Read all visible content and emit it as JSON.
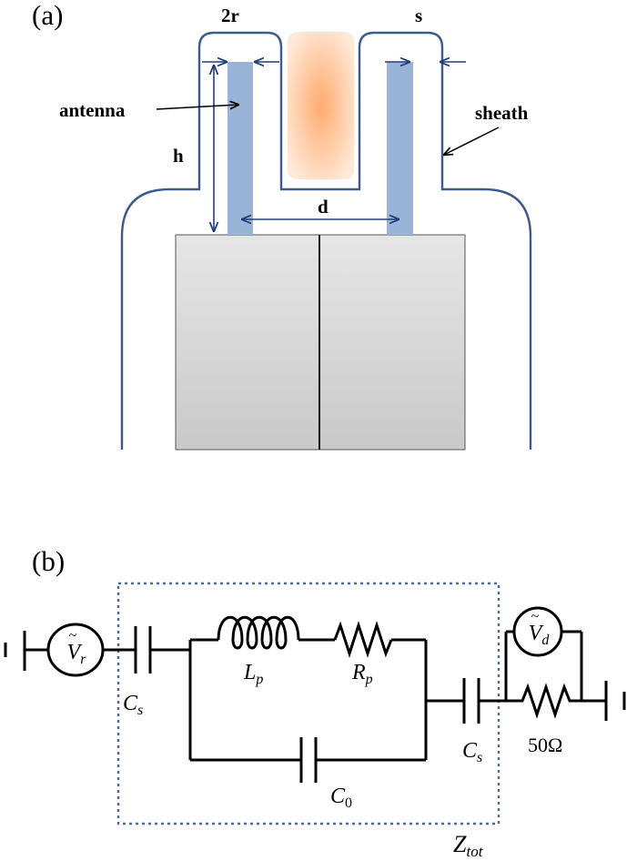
{
  "panel_a": {
    "label": "(a)",
    "labels": {
      "two_r": "2r",
      "s": "s",
      "antenna": "antenna",
      "sheath": "sheath",
      "h": "h",
      "d": "d"
    }
  },
  "panel_b": {
    "label": "(b)",
    "components": {
      "v_r_base": "V",
      "v_r_sub": "r",
      "v_d_base": "V",
      "v_d_sub": "d",
      "tilde": "~",
      "c_s_left_base": "C",
      "c_s_left_sub": "s",
      "c_s_right_base": "C",
      "c_s_right_sub": "s",
      "l_p_base": "L",
      "l_p_sub": "p",
      "r_p_base": "R",
      "r_p_sub": "p",
      "c_0_base": "C",
      "c_0_sub": "0",
      "resistor_50": "50Ω",
      "z_tot_base": "Z",
      "z_tot_sub": "tot"
    }
  },
  "colors": {
    "sheath": "#3d5a8a",
    "antenna": "#9ab4d8",
    "arrow": "#1f3f7a",
    "box_stroke": "#4a6a9a",
    "plasma_core": "#ffb27a",
    "plasma_edge": "#ffe6d2",
    "block_fill": "#d8d8d8",
    "wire": "#000000"
  }
}
